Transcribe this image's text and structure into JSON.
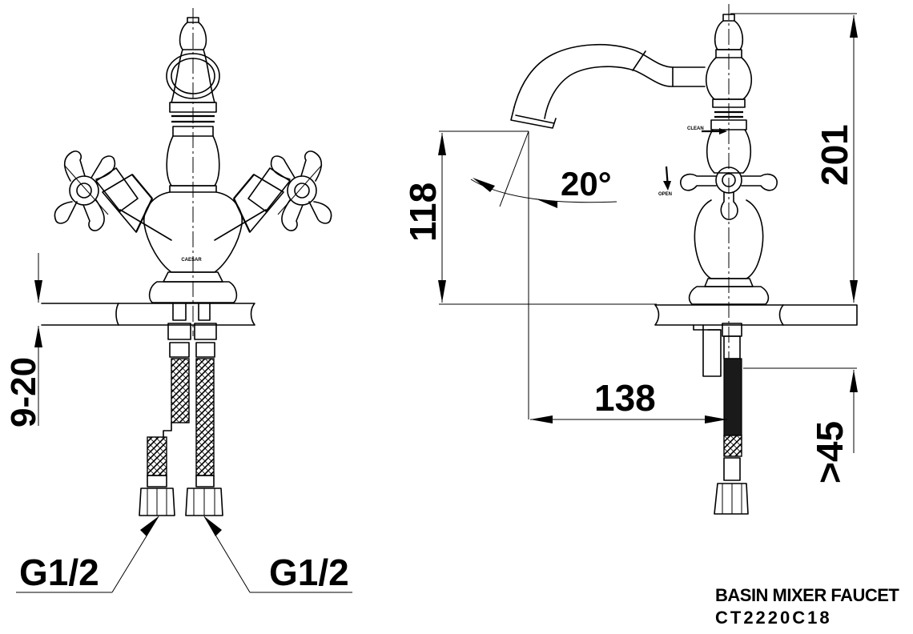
{
  "title": {
    "product": "BASIN MIXER FAUCET",
    "model": "CT2220C18"
  },
  "dimensions": {
    "deck_thickness": "9-20",
    "spout_height": "118",
    "angle": "20°",
    "total_height": "201",
    "spout_reach": "138",
    "below_deck": ">45",
    "thread_left": "G1/2",
    "thread_right": "G1/2"
  },
  "labels": {
    "logo_mark": "CAESAR",
    "mark_clean": "CLEAN",
    "mark_open": "OPEN"
  }
}
